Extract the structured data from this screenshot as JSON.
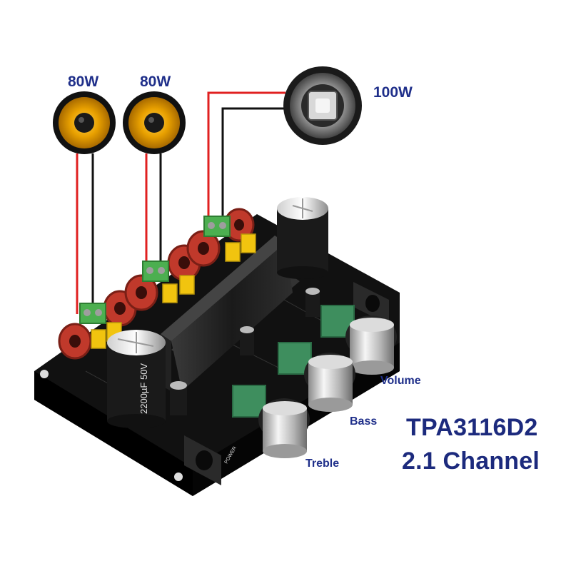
{
  "speakers": [
    {
      "name": "left-speaker",
      "power": "80W"
    },
    {
      "name": "right-speaker",
      "power": "80W"
    },
    {
      "name": "subwoofer",
      "power": "100W"
    }
  ],
  "knobs": {
    "volume": "Volume",
    "bass": "Bass",
    "treble": "Treble"
  },
  "title": {
    "model": "TPA3116D2",
    "channel": "2.1 Channel"
  },
  "board": {
    "capacitor_text": "2200µF 50V",
    "power_label": "POWER"
  },
  "colors": {
    "label_blue": "#1f2f8a",
    "wire_red": "#e02020",
    "wire_black": "#111111",
    "speaker_cone": "#e8a000",
    "pcb": "#111111",
    "terminal_green": "#4caf50",
    "inductor_red": "#c0392b"
  }
}
